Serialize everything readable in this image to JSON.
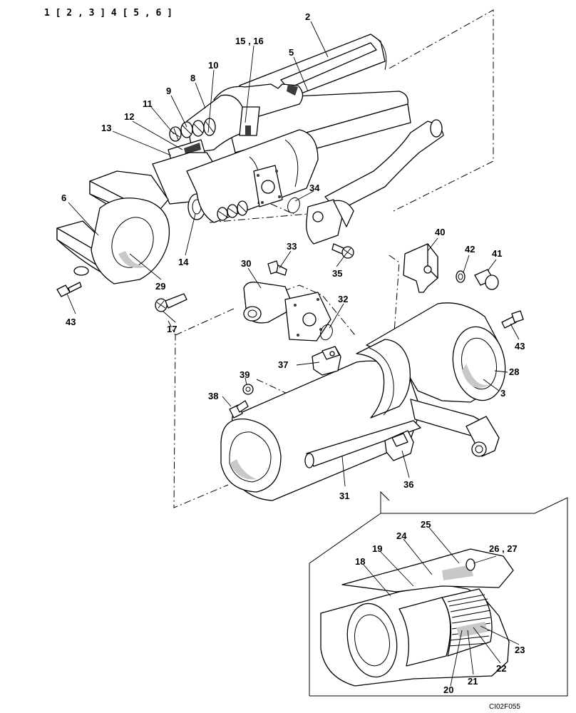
{
  "header": {
    "variants": "1 [ 2 , 3 ]   4 [ 5 , 6 ]"
  },
  "footer": {
    "drawing_code": "CI02F055"
  },
  "parts": {
    "p2": "2",
    "p5": "5",
    "p15_16": "15 , 16",
    "p10": "10",
    "p8": "8",
    "p9": "9",
    "p11": "11",
    "p12": "12",
    "p13": "13",
    "p6": "6",
    "p14": "14",
    "p29": "29",
    "p43a": "43",
    "p17": "17",
    "p33": "33",
    "p35": "35",
    "p34": "34",
    "p30": "30",
    "p32": "32",
    "p40": "40",
    "p42": "42",
    "p41": "41",
    "p43b": "43",
    "p28": "28",
    "p3": "3",
    "p37": "37",
    "p39": "39",
    "p38": "38",
    "p31": "31",
    "p36": "36",
    "p25": "25",
    "p24": "24",
    "p26_27": "26 , 27",
    "p19": "19",
    "p18": "18",
    "p23": "23",
    "p22": "22",
    "p21": "21",
    "p20": "20"
  }
}
